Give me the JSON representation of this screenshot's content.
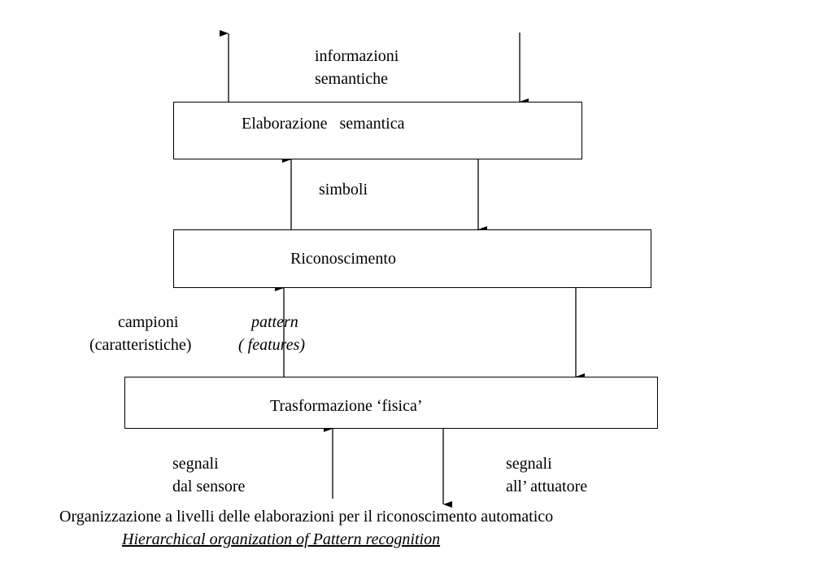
{
  "labels": {
    "info_line1": "informazioni",
    "info_line2": "semantiche",
    "simboli": "simboli",
    "campioni_line1": "campioni",
    "campioni_line2": "(caratteristiche)",
    "pattern_line1": "pattern",
    "pattern_line2": "( features)",
    "segnali_sensor_line1": "segnali",
    "segnali_sensor_line2": "dal sensore",
    "segnali_act_line1": "segnali",
    "segnali_act_line2": "all’ attuatore"
  },
  "boxes": {
    "semantic": "Elaborazione   semantica",
    "recognition": "Riconoscimento",
    "physical": "Trasformazione ‘fisica’"
  },
  "caption": {
    "italian": "Organizzazione a livelli delle elaborazioni per il riconoscimento automatico",
    "english": "Hierarchical organization of Pattern recognition"
  }
}
